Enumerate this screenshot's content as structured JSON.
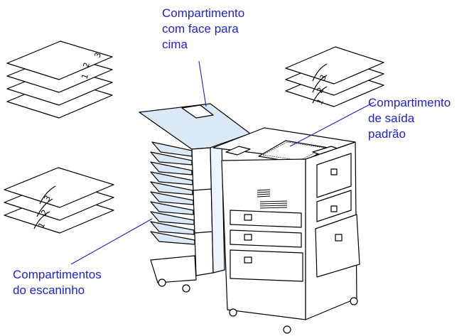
{
  "callouts": {
    "face_up": {
      "line1": "Compartimento",
      "line2": "com face para",
      "line3": "cima"
    },
    "standard_output": {
      "line1": "Compartimento",
      "line2": "de saída",
      "line3": "padrão"
    },
    "mailbox_bins": {
      "line1": "Compartimentos",
      "line2": "do escaninho"
    }
  },
  "page_stacks": {
    "top_left": [
      "3",
      "2",
      "1"
    ],
    "top_right": [
      "3",
      "2",
      "1"
    ],
    "bottom_left": [
      "3",
      "2",
      "1"
    ]
  },
  "colors": {
    "callout_text": "#1f1fd6",
    "tray_fill": "#dbe8f5",
    "outline": "#000000"
  }
}
